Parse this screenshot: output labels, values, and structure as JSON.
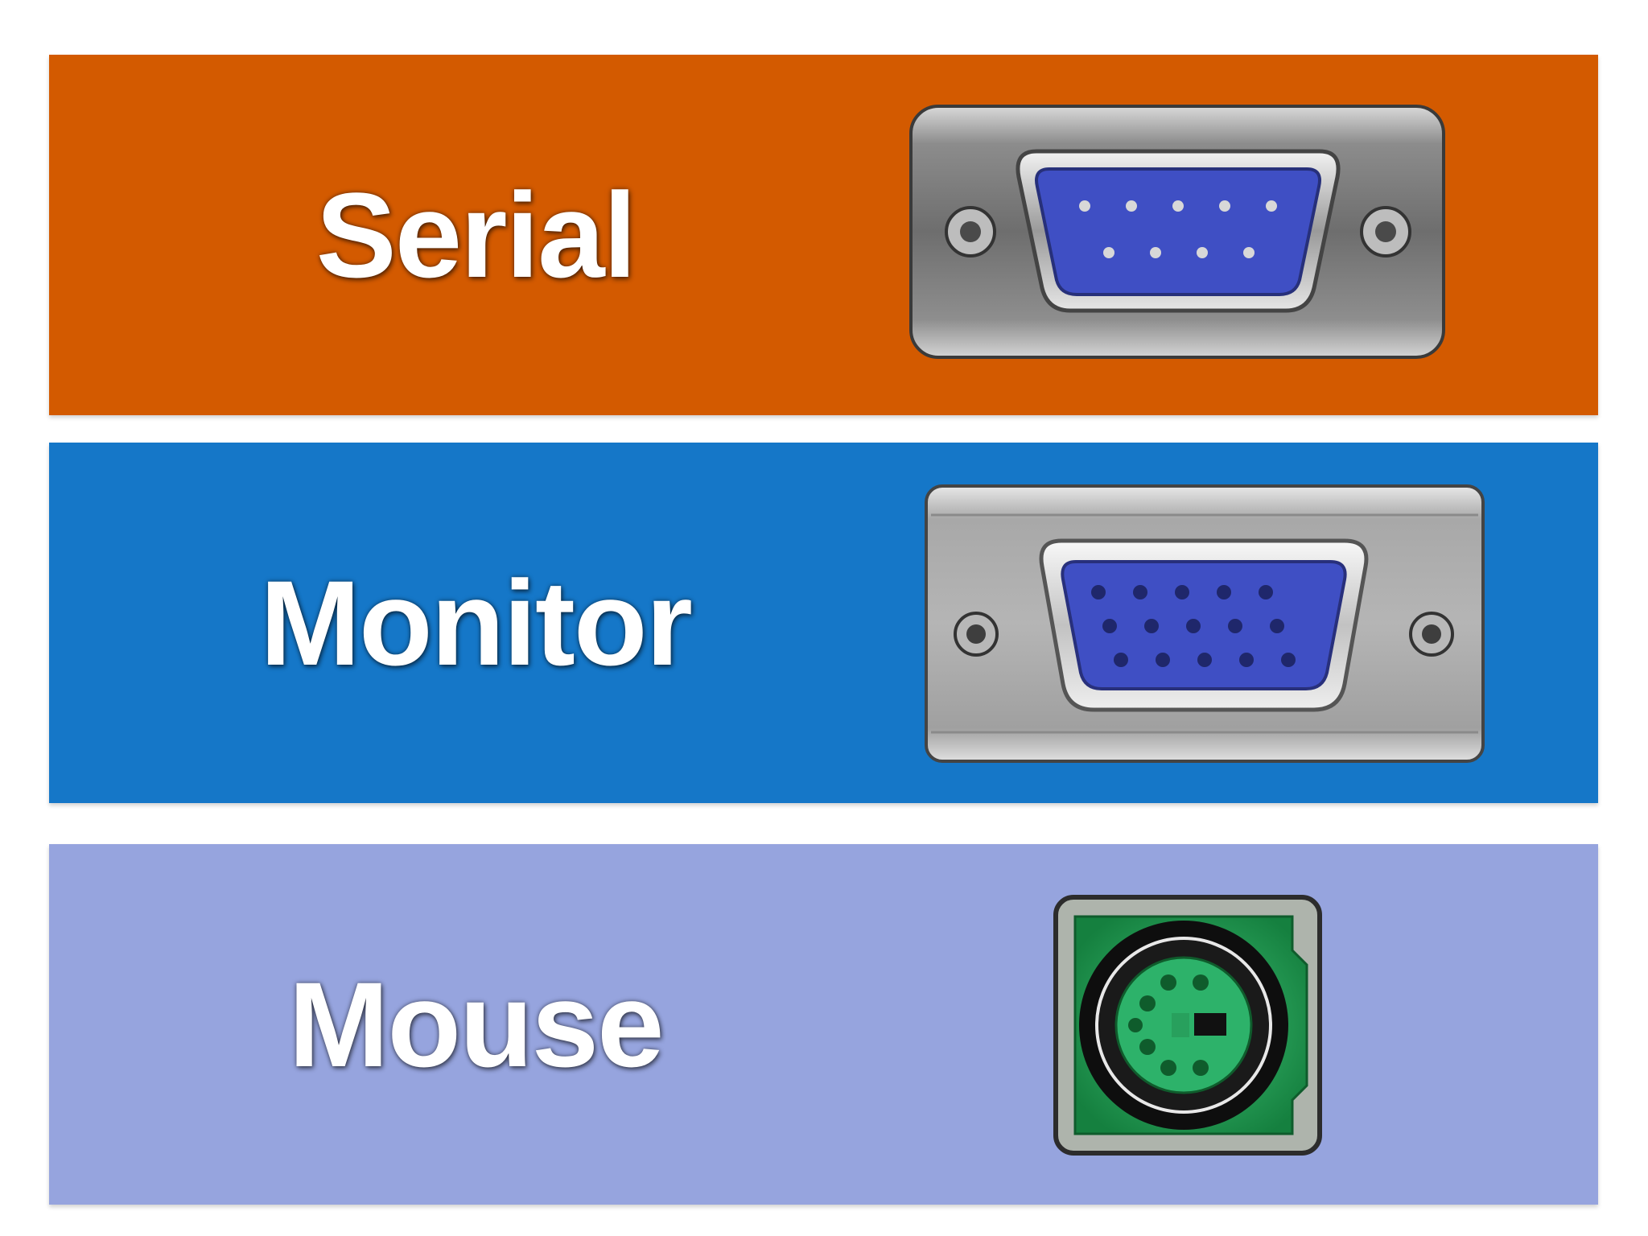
{
  "rows": [
    {
      "label": "Serial",
      "background": "#d35a00",
      "icon": "db9-serial-connector-icon"
    },
    {
      "label": "Monitor",
      "background": "#1577c8",
      "icon": "vga-monitor-connector-icon"
    },
    {
      "label": "Mouse",
      "background": "#96a4de",
      "icon": "ps2-mouse-connector-icon"
    }
  ],
  "colors": {
    "connector_metal": "#8e8e8e",
    "connector_blue": "#3f4fc4",
    "ps2_green": "#1d9a52"
  }
}
